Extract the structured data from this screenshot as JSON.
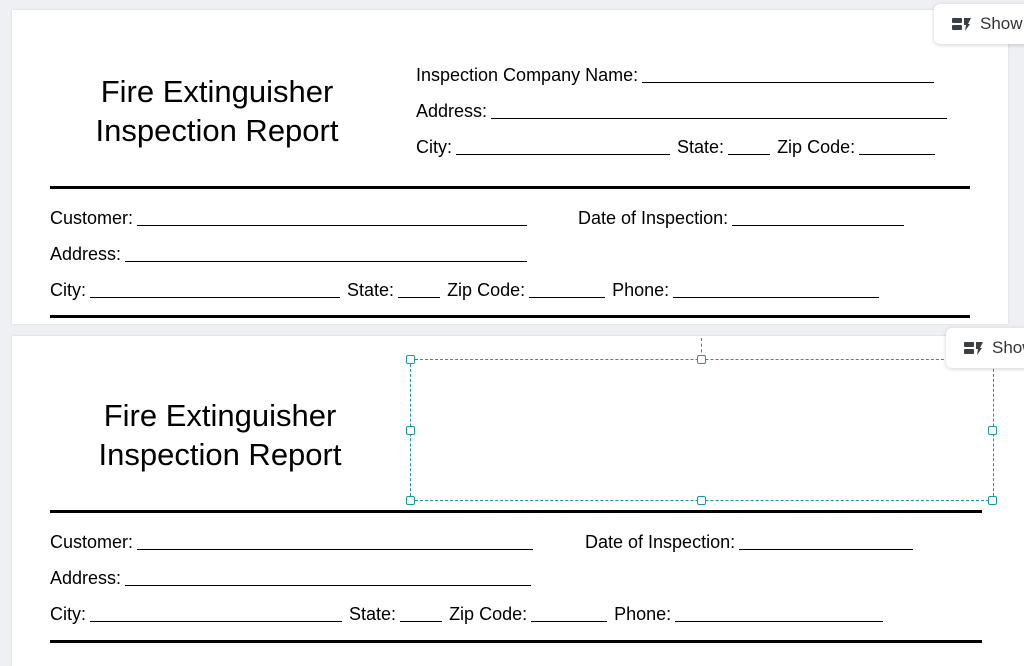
{
  "toolbar": {
    "show_label": "Show"
  },
  "report": {
    "title_line1": "Fire Extinguisher",
    "title_line2": "Inspection Report",
    "company": {
      "name_label": "Inspection Company Name:",
      "address_label": "Address:",
      "city_label": "City:",
      "state_label": "State:",
      "zip_label": "Zip Code:"
    },
    "customer": {
      "customer_label": "Customer:",
      "date_label": "Date of Inspection:",
      "address_label": "Address:",
      "city_label": "City:",
      "state_label": "State:",
      "zip_label": "Zip Code:",
      "phone_label": "Phone:"
    }
  },
  "colors": {
    "selection": "#1a9aa0",
    "canvas": "#eef0f3",
    "page": "#ffffff"
  },
  "icons": {
    "show_button": "toggle-panel-icon"
  }
}
